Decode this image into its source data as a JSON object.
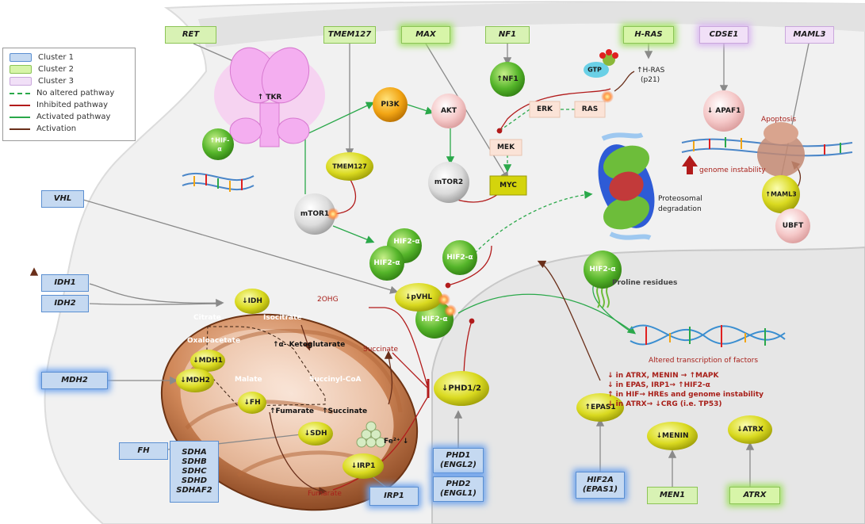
{
  "legend": {
    "cluster1": "Cluster  1",
    "cluster2": "Cluster  2",
    "cluster3": "Cluster  3",
    "no_altered": "No altered pathway",
    "inhibited": "Inhibited pathway",
    "activated": "Activated pathway",
    "activation": "Activation"
  },
  "genes": {
    "ret": "RET",
    "tmem127": "TMEM127",
    "max": "MAX",
    "nf1": "NF1",
    "hras": "H-RAS",
    "cdse1": "CDSE1",
    "maml3": "MAML3",
    "vhl": "VHL",
    "idh1": "IDH1",
    "idh2": "IDH2",
    "mdh2": "MDH2",
    "fh": "FH",
    "sdh_line1": "SDHA",
    "sdh_line2": "SDHB",
    "sdh_line3": "SDHC",
    "sdh_line4": "SDHD",
    "sdh_line5": "SDHAF2",
    "phd1_line1": "PHD1",
    "phd1_line2": "(ENGL2)",
    "phd2_line1": "PHD2",
    "phd2_line2": "(ENGL1)",
    "irp1": "IRP1",
    "hif2a_line1": "HIF2A",
    "hif2a_line2": "(EPAS1)",
    "men1": "MEN1",
    "atrx": "ATRX"
  },
  "nodes": {
    "tkr": "↑ TKR",
    "hif_alpha_top_line1": "↑HIF-",
    "hif_alpha_top_line2": "α",
    "pi3k": "PI3K",
    "akt": "AKT",
    "tmem127_protein": "TMEM127",
    "mtor1": "mTOR1",
    "mtor2": "mTOR2",
    "myc": "MYC",
    "nf1_protein": "↑NF1",
    "erk": "ERK",
    "ras": "RAS",
    "mek": "MEK",
    "gtp": "GTP",
    "hras_p21_line1": "↑H-RAS",
    "hras_p21_line2": "(p21)",
    "apaf1": "↓ APAF1",
    "maml3_protein": "↑MAML3",
    "ubft": "UBFT",
    "hif2a_a": "HIF2-α",
    "hif2a_b": "HIF2-α",
    "hif2a_c": "HIF2-α",
    "hif2a_d": "HIF2-α",
    "hif2a_nuc": "HIF2-α",
    "pvhl": "↓pVHL",
    "phd12": "↓PHD1/2",
    "idh": "↓IDH",
    "mdh1": "↓MDH1",
    "mdh2_protein": "↓MDH2",
    "fh_protein": "↓FH",
    "sdh": "↓SDH",
    "irp1_protein": "↓IRP1",
    "epas1": "↑EPAS1",
    "menin": "↓MENIN",
    "atrx_protein": "↓ATRX"
  },
  "labels": {
    "apoptosis": "Apoptosis",
    "genome_instability": "genome instability",
    "proteosomal": "Proteosomal",
    "degradation": "degradation",
    "proline": "Proline residues",
    "altered_transcription": "Altered transcription of factors",
    "citrate": "Citrate",
    "isocitrate": "Isocitrate",
    "oxaloacetate": "Oxaloacetate",
    "alpha_kg": "↑α- Ketoglutarate",
    "malate": "Malate",
    "succinyl_coa": "Succinyl-CoA",
    "fumarate": "↑Fumarate",
    "succinate": "↑Succinate",
    "succinate_out": "Succinate",
    "twoohg": "2OHG",
    "fumarate_out": "Fumarate",
    "fe2": "Fe²⁺ ↓"
  },
  "transcription_effects": [
    "↓ in ATRX, MENIN → ↑MAPK",
    "↓ in  EPAS, IRP1→ ↑HIF2-α",
    "↑ in HIF→ HREs and genome instability",
    "↓ in ATRX→ ↓CRG (i.e. TP53)"
  ],
  "colors": {
    "cluster1": "#c5d9f1",
    "cluster2": "#d7f5a8",
    "cluster3": "#f1e0f7",
    "no_altered": "#2aa84a",
    "inhibited": "#b21b1b",
    "activated": "#2aa84a",
    "activation": "#6a2f1a"
  }
}
